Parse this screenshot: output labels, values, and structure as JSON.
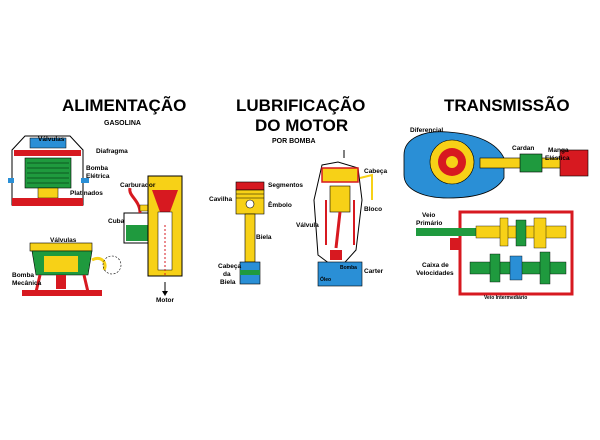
{
  "sections": {
    "alimentacao": {
      "title": "ALIMENTAÇÃO",
      "subtitle": "GASOLINA",
      "labels": {
        "valvulas_top": "Válvulas",
        "diafragma": "Diafragma",
        "bomba_eletrica_1": "Bomba",
        "bomba_eletrica_2": "Elétrica",
        "platinados": "Platinados",
        "carburador": "Carburador",
        "cuba": "Cuba",
        "valvulas_bottom": "Válvulas",
        "bomba_mecanica_1": "Bomba",
        "bomba_mecanica_2": "Mecânica",
        "motor": "Motor"
      }
    },
    "lubrificacao": {
      "title_line1": "LUBRIFICAÇÃO",
      "title_line2": "DO MOTOR",
      "subtitle": "POR BOMBA",
      "labels": {
        "segmentos": "Segmentos",
        "cavilha": "Cavilha",
        "embolo": "Êmbolo",
        "biela": "Biela",
        "cabeca_biela_1": "Cabeça",
        "cabeca_biela_2": "da",
        "cabeca_biela_3": "Biela",
        "cabeca": "Cabeça",
        "bloco": "Bloco",
        "valvula": "Válvula",
        "carter": "Carter",
        "oleo": "Óleo",
        "bomba": "Bomba"
      }
    },
    "transmissao": {
      "title": "TRANSMISSÃO",
      "labels": {
        "diferencial": "Diferencial",
        "cardan": "Cardan",
        "manga_1": "Manga",
        "manga_2": "Elástica",
        "veio_primario_1": "Veio",
        "veio_primario_2": "Primário",
        "caixa_1": "Caixa de",
        "caixa_2": "Velocidades",
        "veio_intermediario": "Veio Intermediário"
      }
    }
  },
  "colors": {
    "red": "#d71920",
    "yellow": "#f7d117",
    "green": "#1f9a3e",
    "blue": "#2a8fd6",
    "black": "#000000"
  }
}
